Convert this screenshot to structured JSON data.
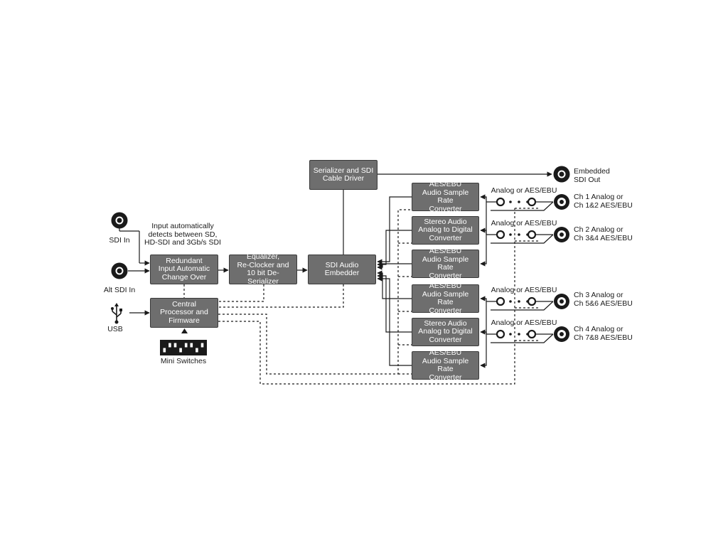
{
  "boxes": {
    "serializer": "Serializer and SDI\nCable Driver",
    "redundant": "Redundant\nInput Automatic\nChange Over",
    "equalizer": "Equalizer,\nRe-Clocker and\n10 bit De-Serializer",
    "embedder": "SDI Audio\nEmbedder",
    "central": "Central\nProcessor and\nFirmware",
    "converters": [
      "AES/EBU\nAudio Sample Rate\nConverter",
      "Stereo Audio\nAnalog to Digital\nConverter",
      "AES/EBU\nAudio Sample Rate\nConverter",
      "AES/EBU\nAudio Sample Rate\nConverter",
      "Stereo Audio\nAnalog to Digital\nConverter",
      "AES/EBU\nAudio Sample Rate\nConverter"
    ]
  },
  "labels": {
    "sdi_in": "SDI In",
    "alt_sdi_in": "Alt SDI In",
    "usb": "USB",
    "mini_switches": "Mini Switches",
    "auto_detect_note": "Input automatically\ndetects between SD,\nHD-SDI and 3Gb/s SDI",
    "embedded_out": "Embedded\nSDI Out",
    "switch_label": "Analog or AES/EBU",
    "channels": [
      "Ch 1 Analog or\nCh 1&2 AES/EBU",
      "Ch 2 Analog or\nCh 3&4 AES/EBU",
      "Ch 3 Analog or\nCh 5&6 AES/EBU",
      "Ch 4 Analog or\nCh 7&8 AES/EBU"
    ]
  },
  "colors": {
    "box_fill": "#6e6e6e",
    "box_border": "#3a3a3a",
    "line": "#1a1a1a",
    "text": "#1a1a1a"
  },
  "icons": {
    "connector": "bnc-connector-icon",
    "usb": "usb-icon",
    "switches": "dip-switch-icon"
  }
}
